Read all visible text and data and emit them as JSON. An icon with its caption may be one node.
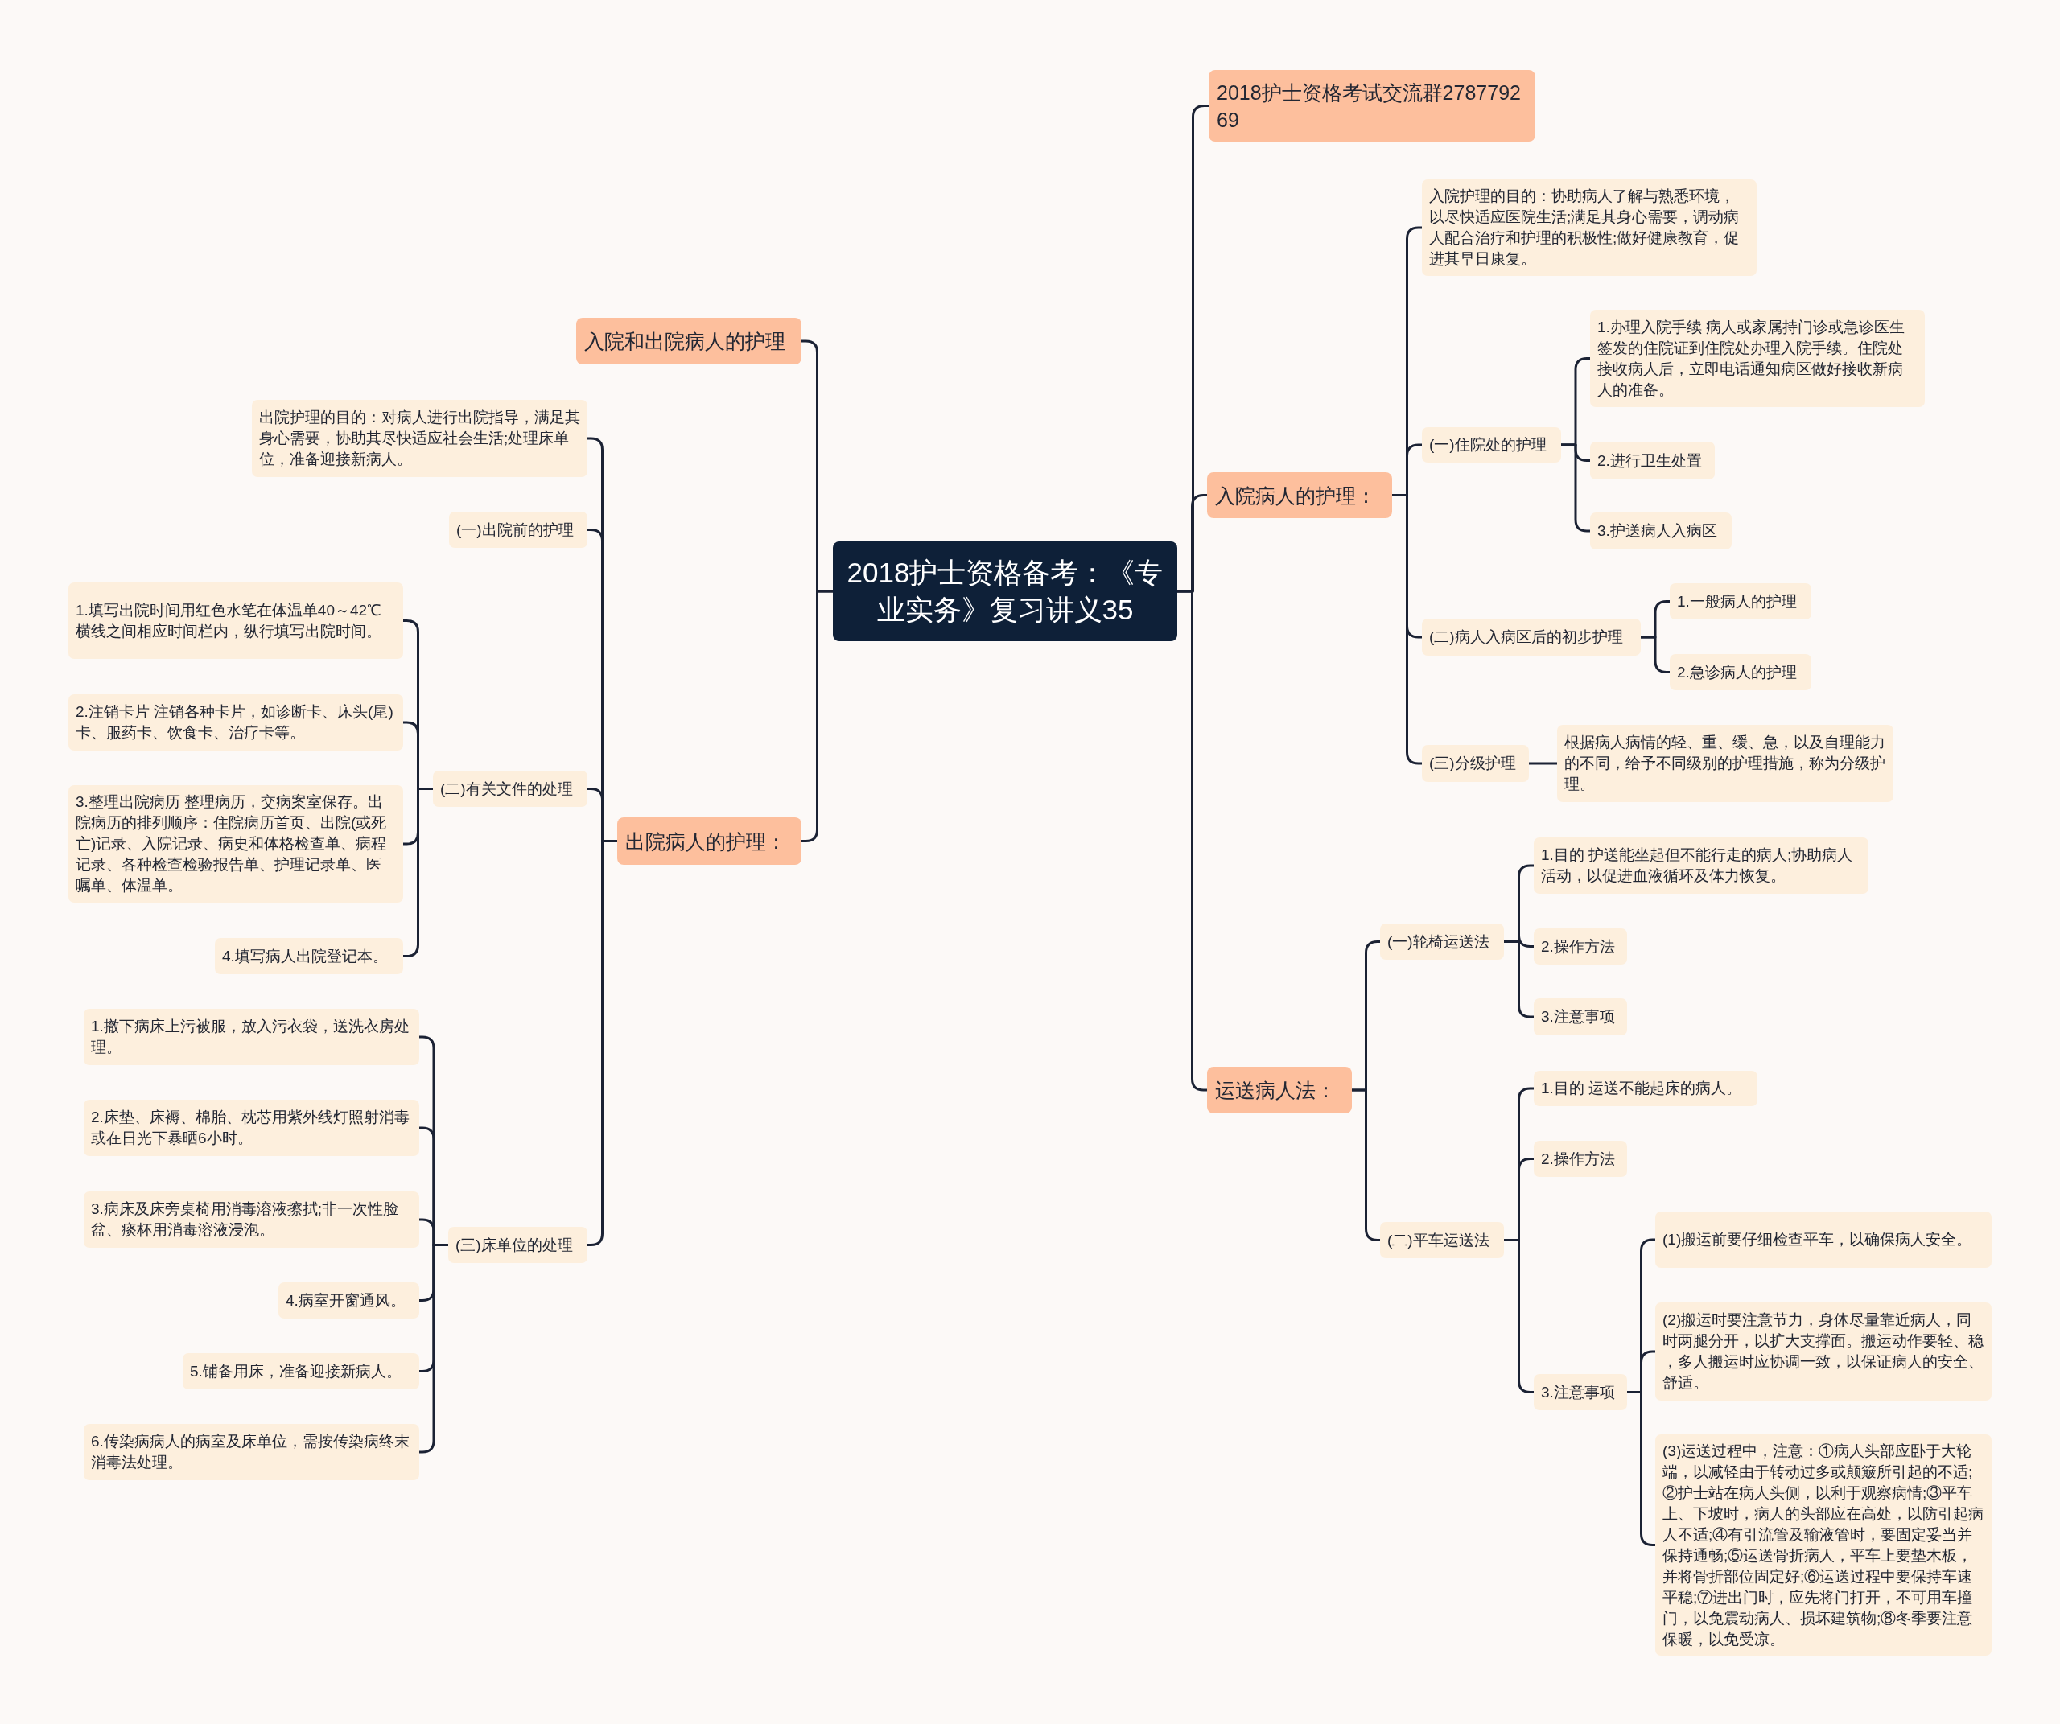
{
  "diagram": {
    "nodes": [
      {
        "text": [
          "2018护士资格备考：《专业实务》复习讲义35"
        ]
      },
      {
        "text": [
          "2018护士资格考试交流群278779269"
        ]
      },
      {
        "text": [
          "入院病人的护理："
        ]
      },
      {
        "text": [
          "入院护理的目的：协助病人了解与熟悉环境，以尽快适应医院生活;满足其身心需要，调动病人配合治疗和护理的积极性;做好健康教育，促进其早日康复。"
        ]
      },
      {
        "text": [
          "(一)住院处的护理"
        ]
      },
      {
        "text": [
          "1.办理入院手续 病人或家属持门诊或急诊医生签发的住院证到住院处办理入院手续。住院处接收病人后，立即电话通知病区做好接收新病人的准备。"
        ]
      },
      {
        "text": [
          "2.进行卫生处置"
        ]
      },
      {
        "text": [
          "3.护送病人入病区"
        ]
      },
      {
        "text": [
          "(二)病人入病区后的初步护理"
        ]
      },
      {
        "text": [
          "1.一般病人的护理"
        ]
      },
      {
        "text": [
          "2.急诊病人的护理"
        ]
      },
      {
        "text": [
          "(三)分级护理"
        ]
      },
      {
        "text": [
          "根据病人病情的轻、重、缓、急，以及自理能力的不同，给予不同级别的护理措施，称为分级护理。"
        ]
      },
      {
        "text": [
          "运送病人法："
        ]
      },
      {
        "text": [
          "(一)轮椅运送法"
        ]
      },
      {
        "text": [
          "1.目的 护送能坐起但不能行走的病人;协助病人活动，以促进血液循环及体力恢复。"
        ]
      },
      {
        "text": [
          "2.操作方法"
        ]
      },
      {
        "text": [
          "3.注意事项"
        ]
      },
      {
        "text": [
          "(二)平车运送法"
        ]
      },
      {
        "text": [
          "1.目的 运送不能起床的病人。"
        ]
      },
      {
        "text": [
          "2.操作方法"
        ]
      },
      {
        "text": [
          "3.注意事项"
        ]
      },
      {
        "text": [
          "(1)搬运前要仔细检查平车，以确保病人安全。"
        ]
      },
      {
        "text": [
          "(2)搬运时要注意节力，身体尽量靠近病人，同时两腿分开，以扩大支撑面。搬运动作要轻、稳，多人搬运时应协调一致，以保证病人的安全、舒适。"
        ]
      },
      {
        "text": [
          "(3)运送过程中，注意：①病人头部应卧于大轮端，以减轻由于转动过多或颠簸所引起的不适;②护士站在病人头侧，以利于观察病情;③平车上、下坡时，病人的头部应在高处，以防引起病人不适;④有引流管及输液管时，要固定妥当并保持通畅;⑤运送骨折病人，平车上要垫木板，并将骨折部位固定好;⑥运送过程中要保持车速平稳;⑦进出门时，应先将门打开，不可用车撞门，以免震动病人、损坏建筑物;⑧冬季要注意保暖，以免受凉。"
        ]
      },
      {
        "text": [
          "入院和出院病人的护理"
        ]
      },
      {
        "text": [
          "出院病人的护理："
        ]
      },
      {
        "text": [
          "出院护理的目的：对病人进行出院指导，满足其身心需要，协助其尽快适应社会生活;处理床单位，准备迎接新病人。"
        ]
      },
      {
        "text": [
          "(一)出院前的护理"
        ]
      },
      {
        "text": [
          "(二)有关文件的处理"
        ]
      },
      {
        "text": [
          "1.填写出院时间用红色水笔在体温单40～42℃横线之间相应时间栏内，纵行填写出院时间。"
        ]
      },
      {
        "text": [
          "2.注销卡片 注销各种卡片，如诊断卡、床头(尾)卡、服药卡、饮食卡、治疗卡等。"
        ]
      },
      {
        "text": [
          "3.整理出院病历 整理病历，交病案室保存。出院病历的排列顺序：住院病历首页、出院(或死亡)记录、入院记录、病史和体格检查单、病程记录、各种检查检验报告单、护理记录单、医嘱单、体温单。"
        ]
      },
      {
        "text": [
          "4.填写病人出院登记本。"
        ]
      },
      {
        "text": [
          "(三)床单位的处理"
        ]
      },
      {
        "text": [
          "1.撤下病床上污被服，放入污衣袋，送洗衣房处理。"
        ]
      },
      {
        "text": [
          "2.床垫、床褥、棉胎、枕芯用紫外线灯照射消毒或在日光下暴晒6小时。"
        ]
      },
      {
        "text": [
          "3.病床及床旁桌椅用消毒溶液擦拭;非一次性脸盆、痰杯用消毒溶液浸泡。"
        ]
      },
      {
        "text": [
          "4.病室开窗通风。"
        ]
      },
      {
        "text": [
          "5.铺备用床，准备迎接新病人。"
        ]
      },
      {
        "text": [
          "6.传染病病人的病室及床单位，需按传染病终末消毒法处理。"
        ]
      }
    ],
    "edges": [
      {
        "from": 0,
        "to": 1,
        "arrow": "none"
      },
      {
        "from": 0,
        "to": 2,
        "arrow": "none"
      },
      {
        "from": 2,
        "to": 3,
        "arrow": "none"
      },
      {
        "from": 2,
        "to": 4,
        "arrow": "none"
      },
      {
        "from": 4,
        "to": 5,
        "arrow": "none"
      },
      {
        "from": 4,
        "to": 6,
        "arrow": "none"
      },
      {
        "from": 4,
        "to": 7,
        "arrow": "none"
      },
      {
        "from": 2,
        "to": 8,
        "arrow": "none"
      },
      {
        "from": 8,
        "to": 9,
        "arrow": "none"
      },
      {
        "from": 8,
        "to": 10,
        "arrow": "none"
      },
      {
        "from": 2,
        "to": 11,
        "arrow": "none"
      },
      {
        "from": 11,
        "to": 12,
        "arrow": "none"
      },
      {
        "from": 0,
        "to": 13,
        "arrow": "none"
      },
      {
        "from": 13,
        "to": 14,
        "arrow": "none"
      },
      {
        "from": 14,
        "to": 15,
        "arrow": "none"
      },
      {
        "from": 14,
        "to": 16,
        "arrow": "none"
      },
      {
        "from": 14,
        "to": 17,
        "arrow": "none"
      },
      {
        "from": 13,
        "to": 18,
        "arrow": "none"
      },
      {
        "from": 18,
        "to": 19,
        "arrow": "none"
      },
      {
        "from": 18,
        "to": 20,
        "arrow": "none"
      },
      {
        "from": 18,
        "to": 21,
        "arrow": "none"
      },
      {
        "from": 21,
        "to": 22,
        "arrow": "none"
      },
      {
        "from": 21,
        "to": 23,
        "arrow": "none"
      },
      {
        "from": 21,
        "to": 24,
        "arrow": "none"
      },
      {
        "from": 0,
        "to": 25,
        "arrow": "none"
      },
      {
        "from": 0,
        "to": 26,
        "arrow": "none"
      },
      {
        "from": 26,
        "to": 27,
        "arrow": "none"
      },
      {
        "from": 26,
        "to": 28,
        "arrow": "none"
      },
      {
        "from": 26,
        "to": 29,
        "arrow": "none"
      },
      {
        "from": 29,
        "to": 30,
        "arrow": "none"
      },
      {
        "from": 29,
        "to": 31,
        "arrow": "none"
      },
      {
        "from": 29,
        "to": 32,
        "arrow": "none"
      },
      {
        "from": 29,
        "to": 33,
        "arrow": "none"
      },
      {
        "from": 26,
        "to": 34,
        "arrow": "none"
      },
      {
        "from": 34,
        "to": 35,
        "arrow": "none"
      },
      {
        "from": 34,
        "to": 36,
        "arrow": "none"
      },
      {
        "from": 34,
        "to": 37,
        "arrow": "none"
      },
      {
        "from": 34,
        "to": 38,
        "arrow": "none"
      },
      {
        "from": 34,
        "to": 39,
        "arrow": "none"
      },
      {
        "from": 34,
        "to": 40,
        "arrow": "none"
      }
    ]
  }
}
